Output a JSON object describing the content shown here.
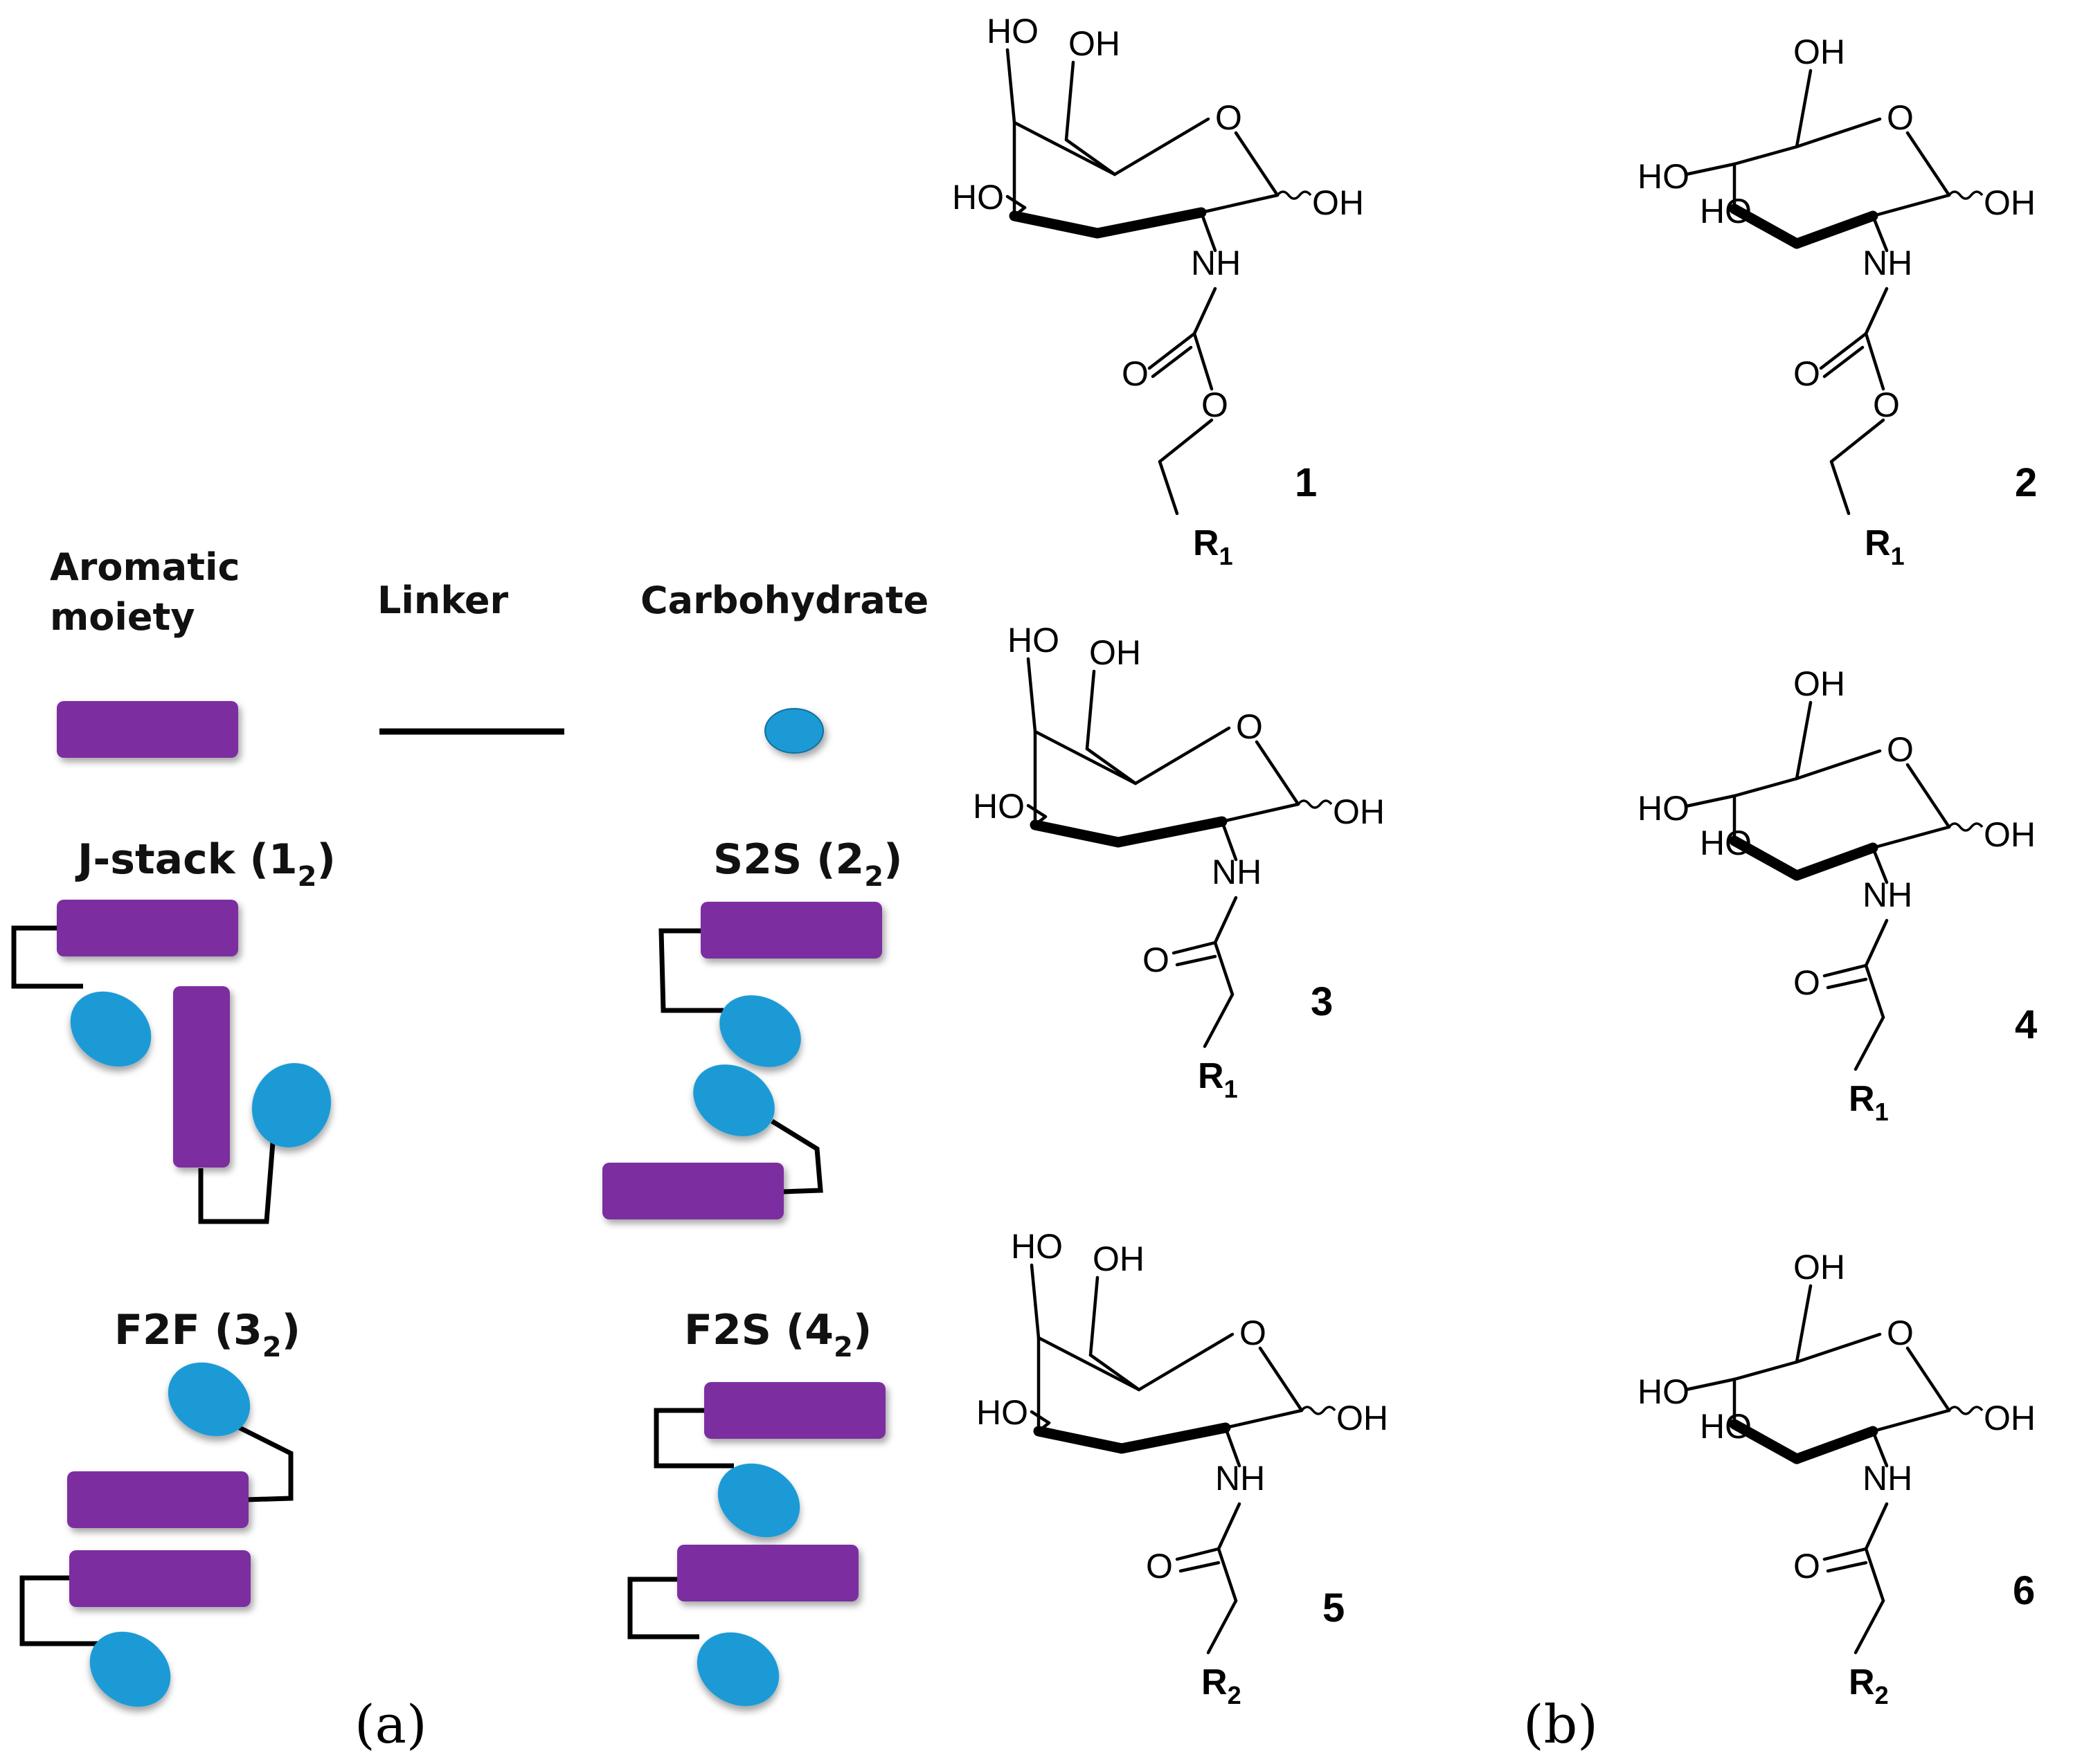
{
  "legend": {
    "aromatic_line1": "Aromatic",
    "aromatic_line2": "moiety",
    "linker": "Linker",
    "carbohydrate": "Carbohydrate"
  },
  "conformers": {
    "jstack": {
      "name": "J-stack (1",
      "sub": "2",
      "close": ")"
    },
    "s2s": {
      "name": "S2S (2",
      "sub": "2",
      "close": ")"
    },
    "f2f": {
      "name": "F2F (3",
      "sub": "2",
      "close": ")"
    },
    "f2s": {
      "name": "F2S (4",
      "sub": "2",
      "close": ")"
    }
  },
  "panel_labels": {
    "a": "(a)",
    "b": "(b)"
  },
  "atoms": {
    "ho": "HO",
    "oh": "OH",
    "o": "O",
    "nh": "NH",
    "r": "R",
    "r1_sub": "1",
    "r2_sub": "2"
  },
  "compounds": [
    {
      "number": "1",
      "r_sub": "1"
    },
    {
      "number": "2",
      "r_sub": "1"
    },
    {
      "number": "3",
      "r_sub": "1"
    },
    {
      "number": "4",
      "r_sub": "1"
    },
    {
      "number": "5",
      "r_sub": "2"
    },
    {
      "number": "6",
      "r_sub": "2"
    }
  ],
  "colors": {
    "aromatic": "#7B2FA0",
    "carbohydrate": "#1E9AD6",
    "linker": "#000000"
  }
}
